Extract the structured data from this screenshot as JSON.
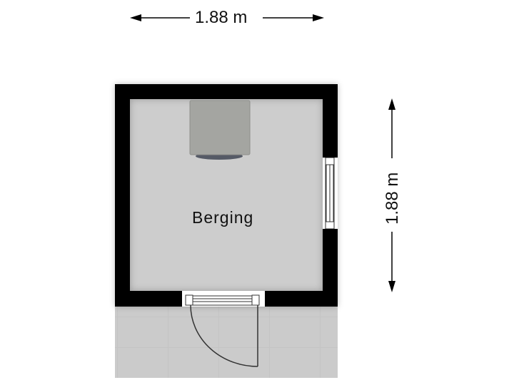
{
  "floorplan": {
    "dimensions": {
      "width_label": "1.88 m",
      "height_label": "1.88 m"
    },
    "rooms": [
      {
        "name": "Berging"
      }
    ],
    "colors": {
      "wall": "#000000",
      "floor": "#cdcdcd",
      "terrace": "#cbcbcb",
      "appliance": "#a4a5a1",
      "background": "#ffffff"
    },
    "elements": {
      "appliance": "boiler",
      "window": "right-wall-window",
      "door": "bottom-wall-door"
    }
  }
}
